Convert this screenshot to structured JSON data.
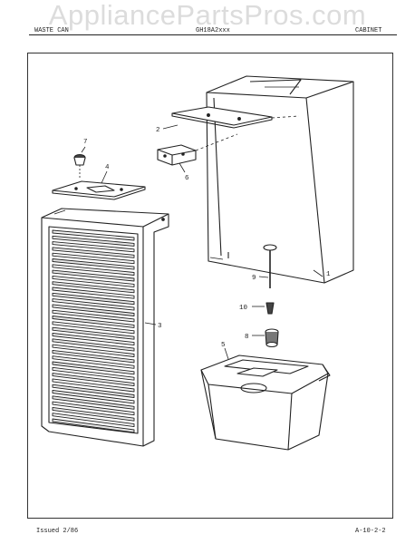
{
  "watermark": "AppliancePartsPros.com",
  "header": {
    "left": "WASTE CAN",
    "middle": "GH18A2xxx",
    "right": "CABINET"
  },
  "callouts": {
    "c1": "1",
    "c2": "2",
    "c3": "3",
    "c4": "4",
    "c5": "5",
    "c6": "6",
    "c7": "7",
    "c8": "8",
    "c9": "9",
    "c10": "10"
  },
  "footer": {
    "issued": "Issued 2/86",
    "code": "A-10-2-2"
  }
}
